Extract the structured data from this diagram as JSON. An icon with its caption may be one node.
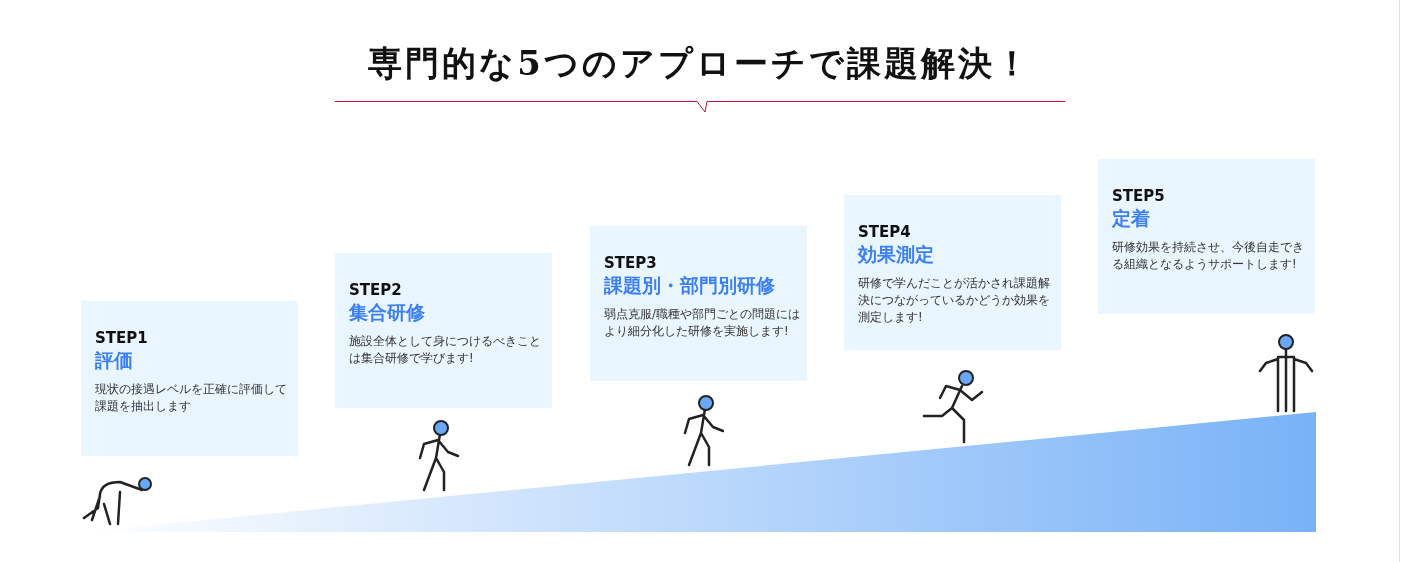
{
  "diagram": {
    "title": "専門的な**5つのアプローチ**で課題解決！",
    "nodes": [
      {
        "text": [
          "STEP1",
          "評価",
          "現状の接遇レベルを正確に評価して課題を抽出します"
        ]
      },
      {
        "text": [
          "STEP2",
          "集合研修",
          "施設全体として身につけるべきことは集合研修で学びます!"
        ]
      },
      {
        "text": [
          "STEP3",
          "課題別・部門別研修",
          "弱点克服/職種や部門ごとの問題にはより細分化した研修を実施します!"
        ]
      },
      {
        "text": [
          "STEP4",
          "効果測定",
          "研修で学んだことが活かされ課題解決につながっているかどうか効果を測定します!"
        ]
      },
      {
        "text": [
          "STEP5",
          "定着",
          "研修効果を持続させ、今後自走できる組織となるようサポートします!"
        ]
      }
    ]
  }
}
